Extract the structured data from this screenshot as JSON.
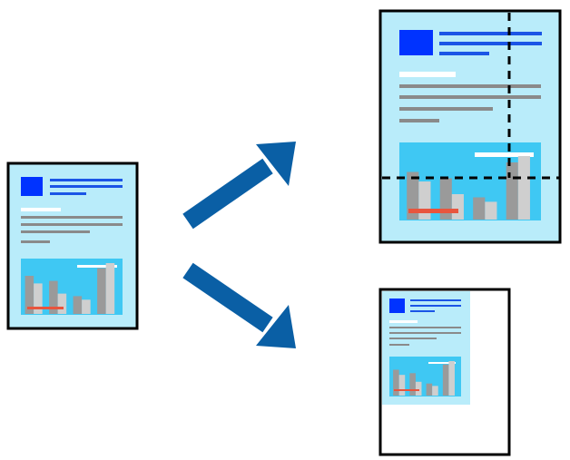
{
  "colors": {
    "paper": "#b9ecfa",
    "border": "#000000",
    "title_block": "#0033ff",
    "title_lines": "#1b55e6",
    "text_lines": "#8a8a8a",
    "white_bar": "#ffffff",
    "chart_bg": "#3fc8f3",
    "bar_dark": "#9a9a9a",
    "bar_light": "#cfcfcf",
    "red_line": "#e8553e",
    "arrow": "#0a5fa5",
    "blank_paper": "#ffffff"
  },
  "icons": {
    "original": "document-icon",
    "enlarged": "enlarged-document-icon",
    "reduced": "reduced-document-icon",
    "arrow_up": "arrow-up-right-icon",
    "arrow_down": "arrow-down-right-icon"
  },
  "chart_data": {
    "type": "bar",
    "series": [
      {
        "values": [
          75,
          65,
          35,
          90
        ]
      },
      {
        "values": [
          60,
          40,
          28,
          100
        ]
      }
    ]
  }
}
